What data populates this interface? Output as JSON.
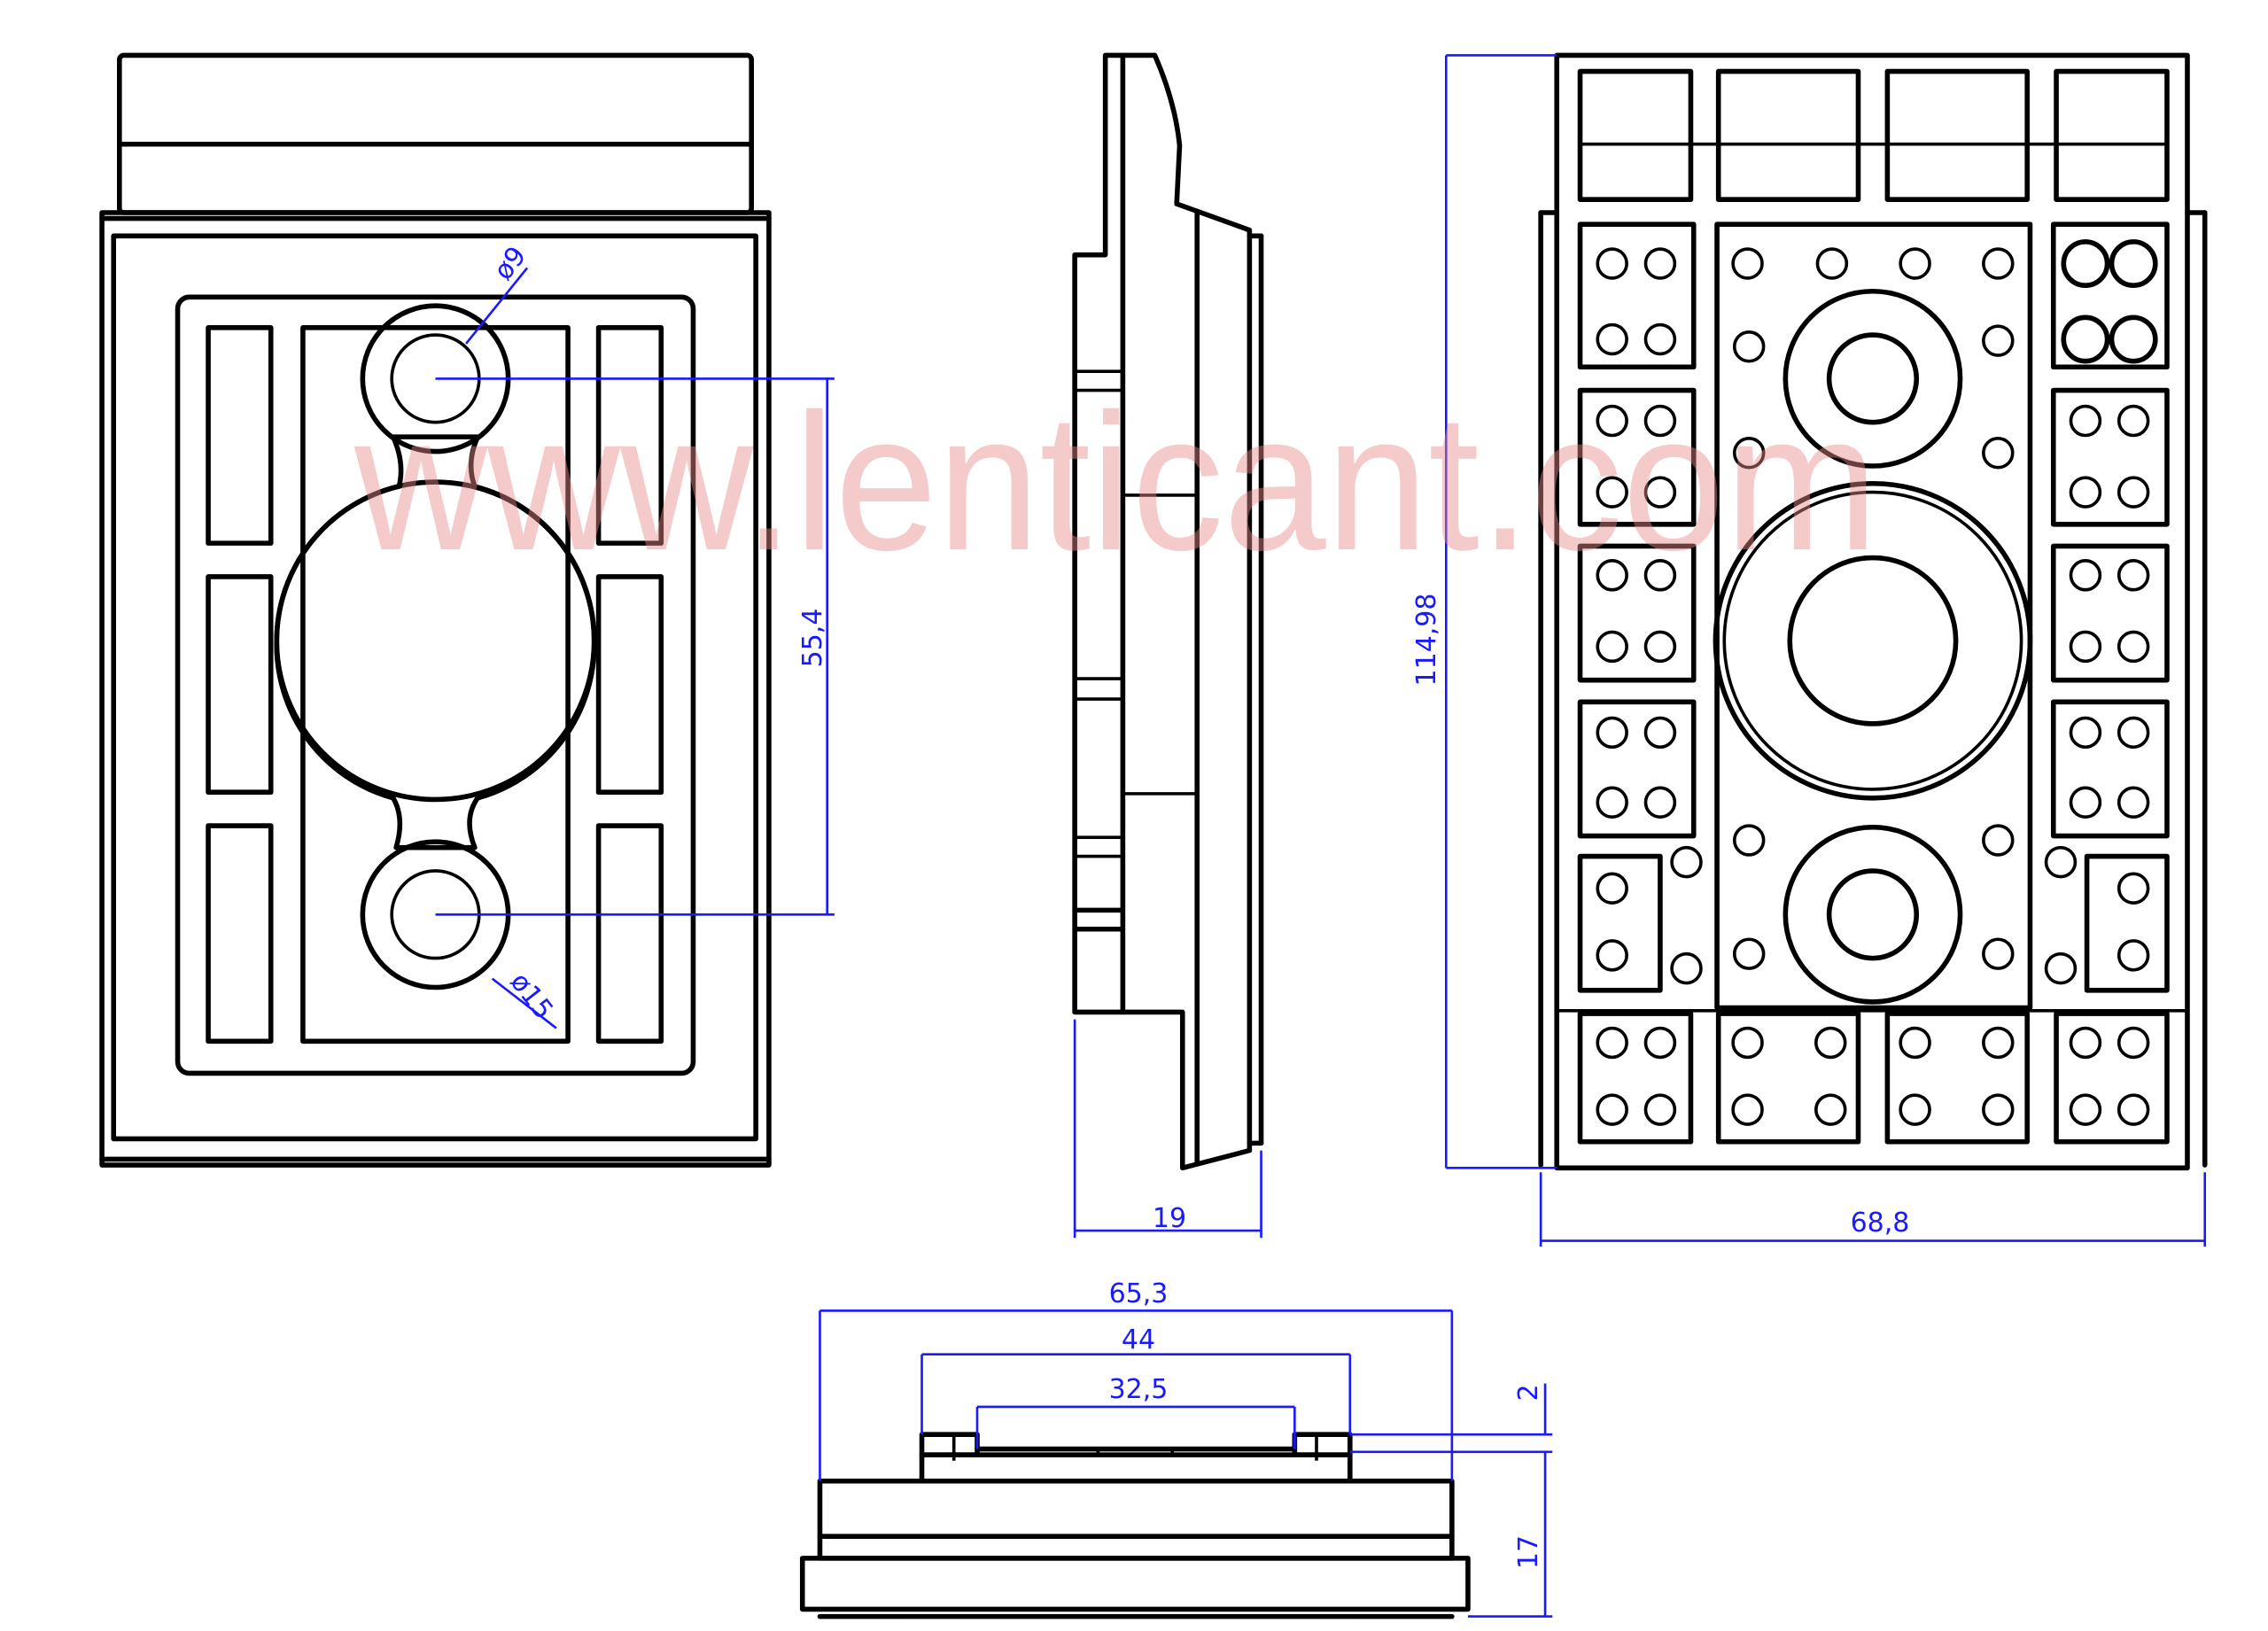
{
  "watermark": "www.lenticant.com",
  "dimensions": {
    "hole_small_dia": "ø9",
    "hole_large_dia": "ø15",
    "hole_spacing": "55,4",
    "side_depth": "19",
    "total_height": "114,98",
    "total_width": "68,8",
    "bottom_width_outer": "65,3",
    "bottom_width_mid": "44",
    "bottom_width_inner": "32,5",
    "bottom_step": "2",
    "bottom_height": "17"
  },
  "colors": {
    "line": "#000000",
    "dimension": "#1a1aff",
    "watermark": "#e88a8a"
  }
}
